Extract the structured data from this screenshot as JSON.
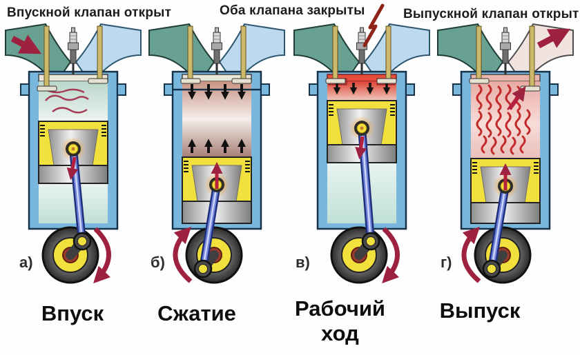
{
  "captions": {
    "intake_valve_open": "Впускной клапан открыт",
    "both_valves_closed": "Оба клапана закрыты",
    "exhaust_valve_open": "Выпускной клапан открыт"
  },
  "stages": [
    {
      "letter": "а)",
      "name": "Впуск"
    },
    {
      "letter": "б)",
      "name": "Сжатие"
    },
    {
      "letter": "в)",
      "name": "Рабочий ход"
    },
    {
      "letter": "г)",
      "name": "Выпуск"
    }
  ],
  "colors": {
    "arrow_red": "#9e2140",
    "cylinder_blue": "#79b7dc",
    "piston_yellow": "#f2e13c",
    "rod_blue": "#4f63c8",
    "intake_manifold_teal": "#68a091",
    "exhaust_manifold_blue": "#bcd9ee",
    "combustion_red": "#e0483a",
    "exhaust_gas_pink": "#eec4bf",
    "crank_hub_red": "#9c3b2a",
    "spark_lightning_red": "#8e2317"
  }
}
